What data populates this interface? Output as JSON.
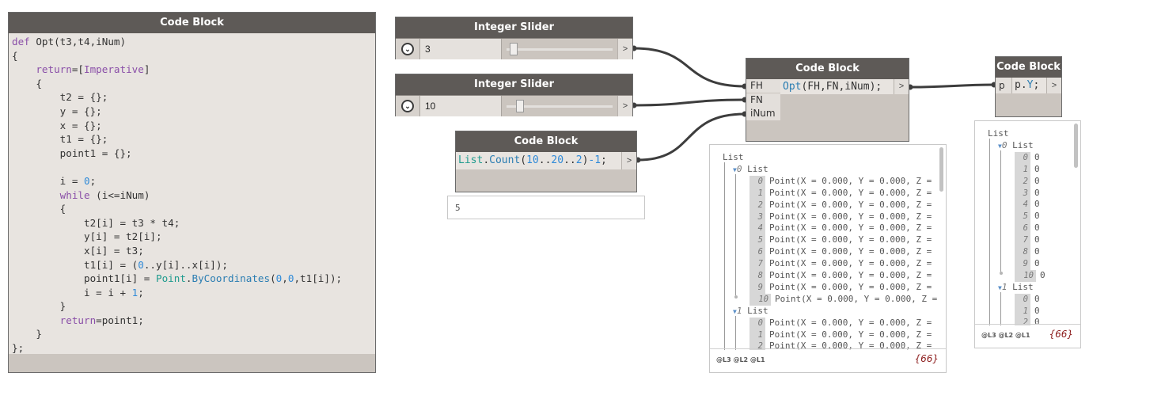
{
  "nodes": {
    "big_code": {
      "title": "Code Block",
      "lines": [
        [
          {
            "t": "def",
            "c": "kw"
          },
          {
            "t": " Opt(t3,t4,iNum)"
          }
        ],
        [
          {
            "t": "{"
          }
        ],
        [
          {
            "t": "    "
          },
          {
            "t": "return",
            "c": "kw"
          },
          {
            "t": "=["
          },
          {
            "t": "Imperative",
            "c": "kw"
          },
          {
            "t": "]"
          }
        ],
        [
          {
            "t": "    {"
          }
        ],
        [
          {
            "t": "        t2 = {};"
          }
        ],
        [
          {
            "t": "        y = {};"
          }
        ],
        [
          {
            "t": "        x = {};"
          }
        ],
        [
          {
            "t": "        t1 = {};"
          }
        ],
        [
          {
            "t": "        point1 = {};"
          }
        ],
        [
          {
            "t": ""
          }
        ],
        [
          {
            "t": "        i = "
          },
          {
            "t": "0",
            "c": "num"
          },
          {
            "t": ";"
          }
        ],
        [
          {
            "t": "        "
          },
          {
            "t": "while",
            "c": "kw"
          },
          {
            "t": " (i<=iNum)"
          }
        ],
        [
          {
            "t": "        {"
          }
        ],
        [
          {
            "t": "            t2[i] = t3 * t4;"
          }
        ],
        [
          {
            "t": "            y[i] = t2[i];"
          }
        ],
        [
          {
            "t": "            x[i] = t3;"
          }
        ],
        [
          {
            "t": "            t1[i] = ("
          },
          {
            "t": "0",
            "c": "num"
          },
          {
            "t": "..y[i]..x[i]);"
          }
        ],
        [
          {
            "t": "            point1[i] = "
          },
          {
            "t": "Point",
            "c": "cls"
          },
          {
            "t": "."
          },
          {
            "t": "ByCoordinates",
            "c": "fn"
          },
          {
            "t": "("
          },
          {
            "t": "0",
            "c": "num"
          },
          {
            "t": ","
          },
          {
            "t": "0",
            "c": "num"
          },
          {
            "t": ",t1[i]);"
          }
        ],
        [
          {
            "t": "            i = i + "
          },
          {
            "t": "1",
            "c": "num"
          },
          {
            "t": ";"
          }
        ],
        [
          {
            "t": "        }"
          }
        ],
        [
          {
            "t": "        "
          },
          {
            "t": "return",
            "c": "kw"
          },
          {
            "t": "=point1;"
          }
        ],
        [
          {
            "t": "    }"
          }
        ],
        [
          {
            "t": "};"
          }
        ]
      ]
    },
    "slider1": {
      "title": "Integer Slider",
      "value": "3",
      "fraction": 0.03,
      "dropdown_icon": "chevron-down-icon",
      "output_label": ">"
    },
    "slider2": {
      "title": "Integer Slider",
      "value": "10",
      "fraction": 0.1,
      "dropdown_icon": "chevron-down-icon",
      "output_label": ">"
    },
    "count_code": {
      "title": "Code Block",
      "code": [
        {
          "t": "List",
          "c": "cls"
        },
        {
          "t": "."
        },
        {
          "t": "Count",
          "c": "fn"
        },
        {
          "t": "("
        },
        {
          "t": "10",
          "c": "num"
        },
        {
          "t": ".."
        },
        {
          "t": "20",
          "c": "num"
        },
        {
          "t": ".."
        },
        {
          "t": "2",
          "c": "num"
        },
        {
          "t": ")"
        },
        {
          "t": "-1",
          "c": "num"
        },
        {
          "t": ";"
        }
      ],
      "output_label": ">",
      "preview": "5"
    },
    "opt_code": {
      "title": "Code Block",
      "inputs": [
        "FH",
        "FN",
        "iNum"
      ],
      "code": [
        {
          "t": "Opt",
          "c": "fn"
        },
        {
          "t": "(FH,FN,iNum);"
        }
      ],
      "output_label": ">"
    },
    "py_code": {
      "title": "Code Block",
      "inputs": [
        "p"
      ],
      "code": [
        {
          "t": "p."
        },
        {
          "t": "Y",
          "c": "fn"
        },
        {
          "t": ";"
        }
      ],
      "output_label": ">"
    }
  },
  "watch1": {
    "root": "List",
    "sublists": [
      {
        "index": "0",
        "label": "List",
        "items": [
          {
            "i": "0",
            "v": "Point(X = 0.000, Y = 0.000, Z ="
          },
          {
            "i": "1",
            "v": "Point(X = 0.000, Y = 0.000, Z ="
          },
          {
            "i": "2",
            "v": "Point(X = 0.000, Y = 0.000, Z ="
          },
          {
            "i": "3",
            "v": "Point(X = 0.000, Y = 0.000, Z ="
          },
          {
            "i": "4",
            "v": "Point(X = 0.000, Y = 0.000, Z ="
          },
          {
            "i": "5",
            "v": "Point(X = 0.000, Y = 0.000, Z ="
          },
          {
            "i": "6",
            "v": "Point(X = 0.000, Y = 0.000, Z ="
          },
          {
            "i": "7",
            "v": "Point(X = 0.000, Y = 0.000, Z ="
          },
          {
            "i": "8",
            "v": "Point(X = 0.000, Y = 0.000, Z ="
          },
          {
            "i": "9",
            "v": "Point(X = 0.000, Y = 0.000, Z ="
          },
          {
            "i": "10",
            "v": "Point(X = 0.000, Y = 0.000, Z ="
          }
        ]
      },
      {
        "index": "1",
        "label": "List",
        "items": [
          {
            "i": "0",
            "v": "Point(X = 0.000, Y = 0.000, Z ="
          },
          {
            "i": "1",
            "v": "Point(X = 0.000, Y = 0.000, Z ="
          },
          {
            "i": "2",
            "v": "Point(X = 0.000, Y = 0.000, Z ="
          }
        ]
      }
    ],
    "levels": "@L3 @L2 @L1",
    "count": "{66}"
  },
  "watch2": {
    "root": "List",
    "sublists": [
      {
        "index": "0",
        "label": "List",
        "items": [
          {
            "i": "0",
            "v": "0"
          },
          {
            "i": "1",
            "v": "0"
          },
          {
            "i": "2",
            "v": "0"
          },
          {
            "i": "3",
            "v": "0"
          },
          {
            "i": "4",
            "v": "0"
          },
          {
            "i": "5",
            "v": "0"
          },
          {
            "i": "6",
            "v": "0"
          },
          {
            "i": "7",
            "v": "0"
          },
          {
            "i": "8",
            "v": "0"
          },
          {
            "i": "9",
            "v": "0"
          },
          {
            "i": "10",
            "v": "0"
          }
        ]
      },
      {
        "index": "1",
        "label": "List",
        "items": [
          {
            "i": "0",
            "v": "0"
          },
          {
            "i": "1",
            "v": "0"
          },
          {
            "i": "2",
            "v": "0"
          }
        ]
      }
    ],
    "levels": "@L3 @L2 @L1",
    "count": "{66}"
  },
  "colors": {
    "wire": "#3d3d3d",
    "node_header": "#5e5a57",
    "keyword": "#8a4fa8",
    "number": "#2f8ad8",
    "class": "#1f9b8e",
    "count": "#8b1a1a"
  }
}
